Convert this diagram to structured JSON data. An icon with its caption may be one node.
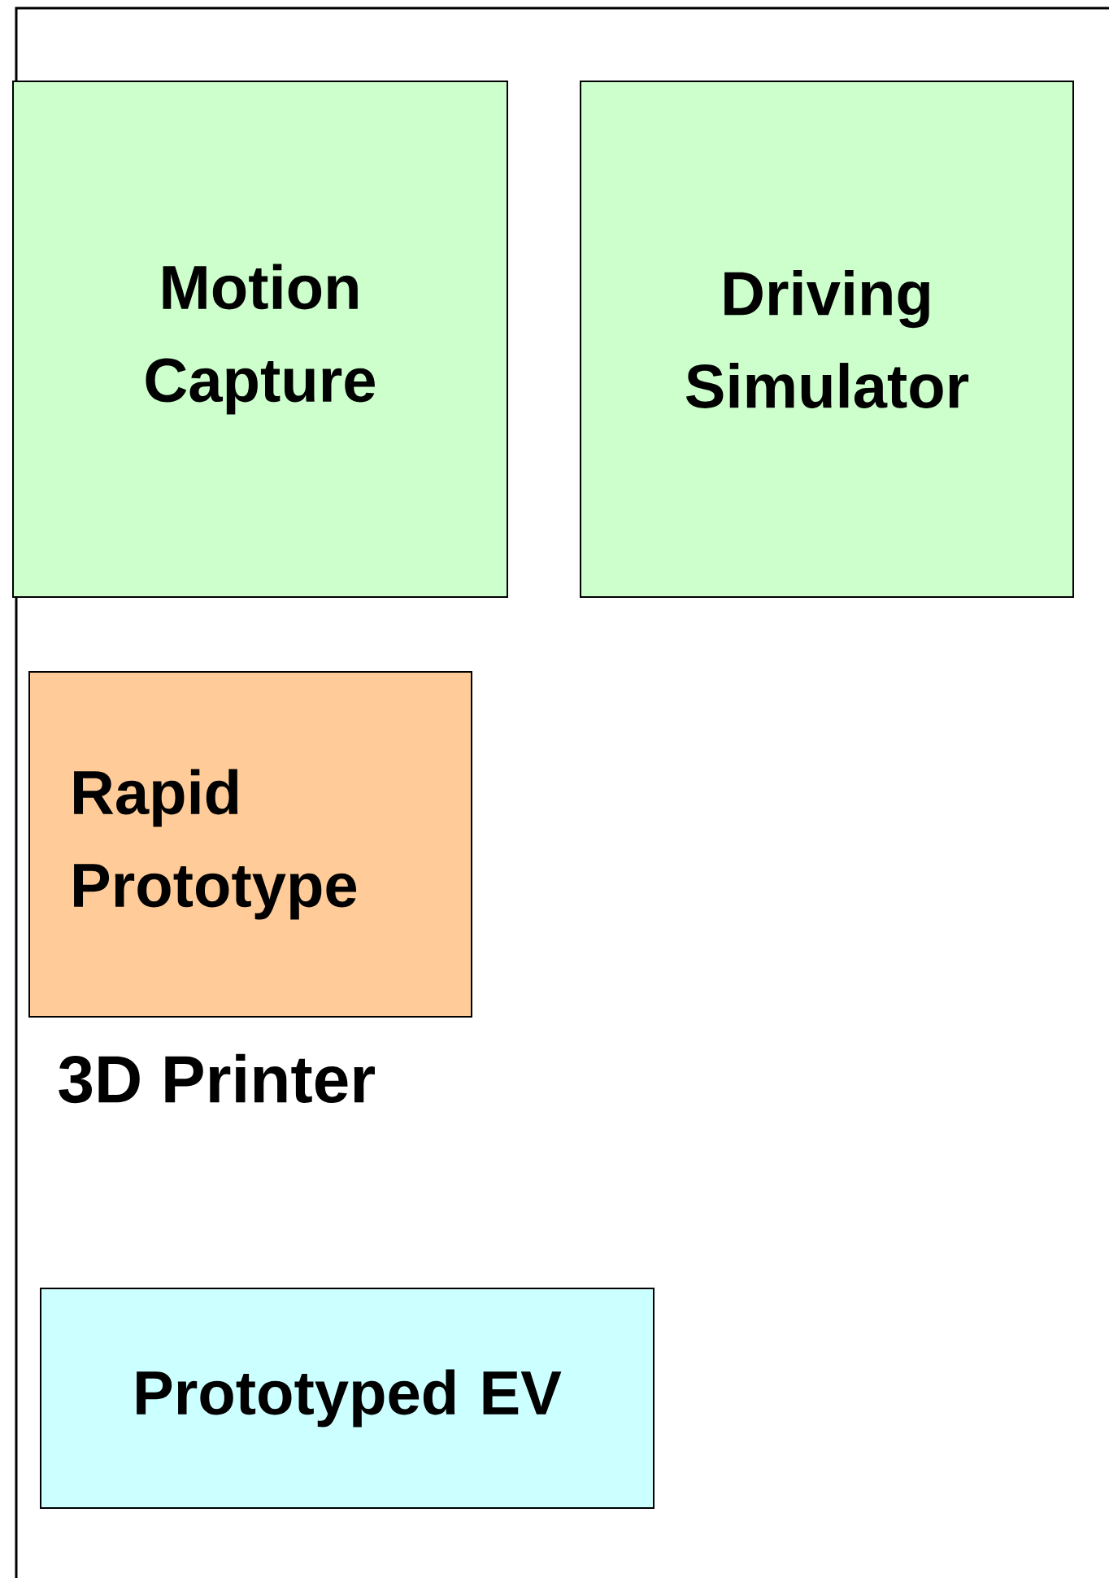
{
  "diagram": {
    "nodes": [
      {
        "text": [
          "Motion Capture"
        ]
      },
      {
        "text": [
          "Driving Simulator"
        ]
      },
      {
        "text": [
          "Rapid Prototype"
        ],
        "beside": [
          "3D Printer"
        ]
      },
      {
        "text": [
          "Prototyped EV"
        ]
      }
    ]
  }
}
